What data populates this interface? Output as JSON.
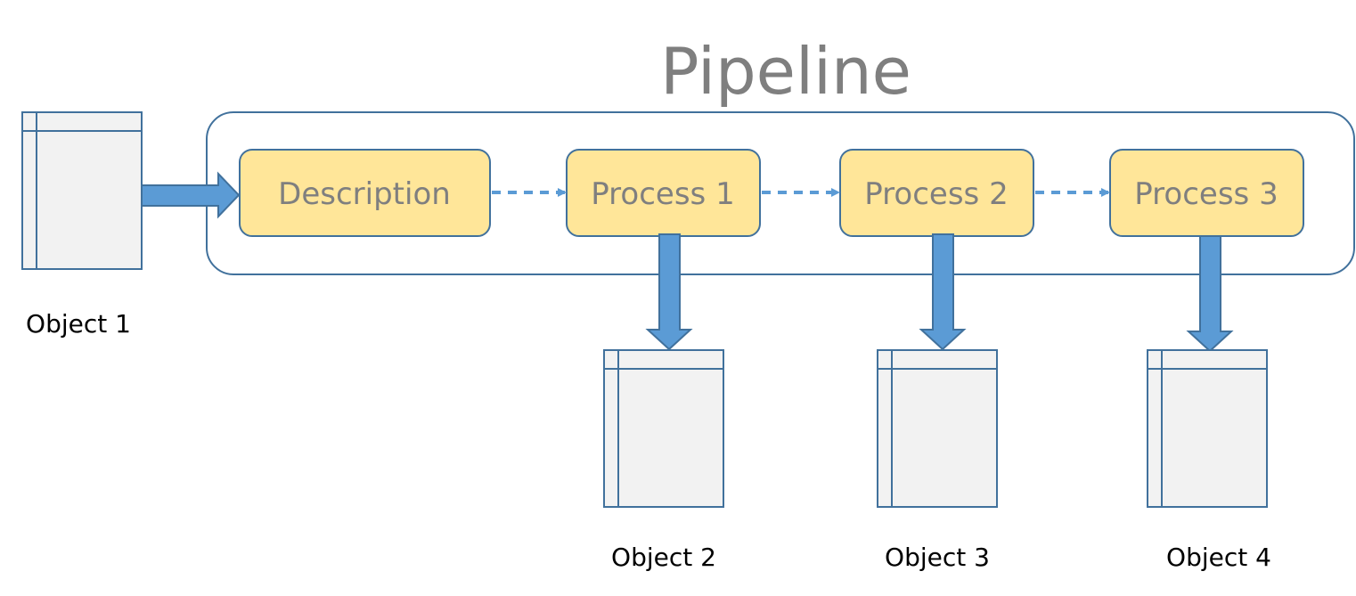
{
  "diagram": {
    "title": "Pipeline",
    "stages": [
      {
        "id": "description",
        "label": "Description"
      },
      {
        "id": "process-1",
        "label": "Process 1"
      },
      {
        "id": "process-2",
        "label": "Process 2"
      },
      {
        "id": "process-3",
        "label": "Process 3"
      }
    ],
    "objects": [
      {
        "id": "object-1",
        "label": "Object 1"
      },
      {
        "id": "object-2",
        "label": "Object 2"
      },
      {
        "id": "object-3",
        "label": "Object 3"
      },
      {
        "id": "object-4",
        "label": "Object 4"
      }
    ],
    "colors": {
      "stage_fill": "#ffe699",
      "outline": "#41719c",
      "arrow_fill": "#5b9bd5",
      "object_fill": "#f2f2f2",
      "title_text": "#7f7f7f",
      "label_text": "#000000"
    }
  }
}
